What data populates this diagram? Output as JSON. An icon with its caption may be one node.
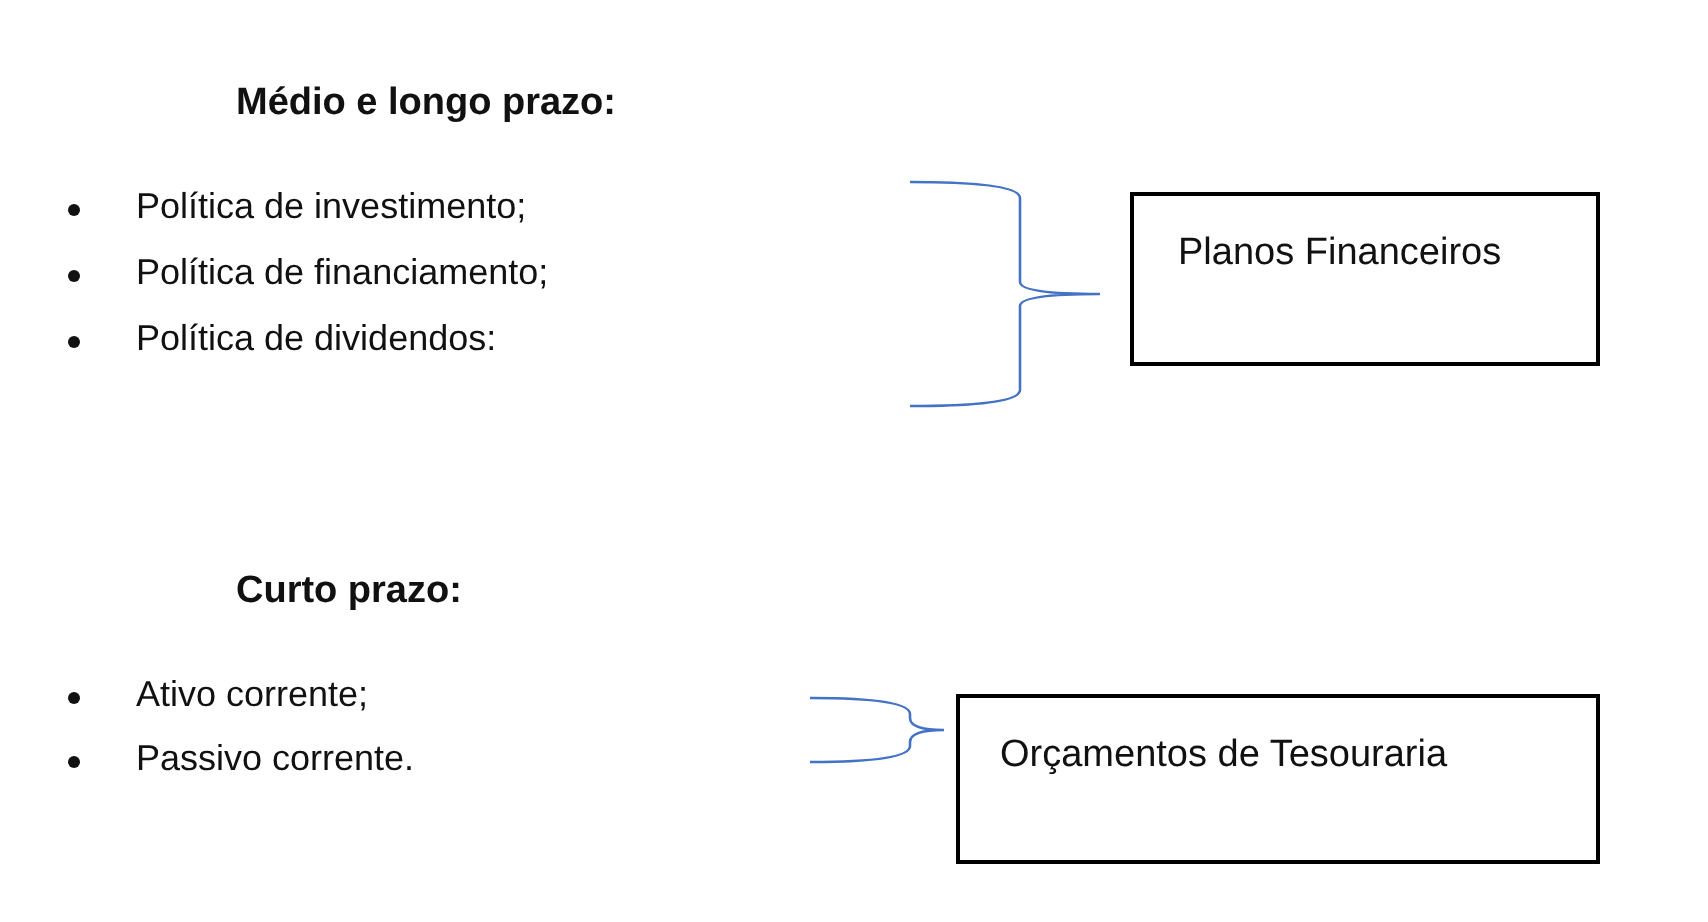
{
  "diagram": {
    "nodes": [
      {
        "text": [
          "Planos Financeiros"
        ]
      },
      {
        "text": [
          "Orçamentos de Tesouraria"
        ]
      }
    ],
    "labels": [
      "Médio e longo prazo:",
      "Política de investimento;",
      "Política de financiamento;",
      "Política de dividendos:",
      "Curto prazo:",
      "Ativo corrente;",
      "Passivo corrente."
    ]
  }
}
